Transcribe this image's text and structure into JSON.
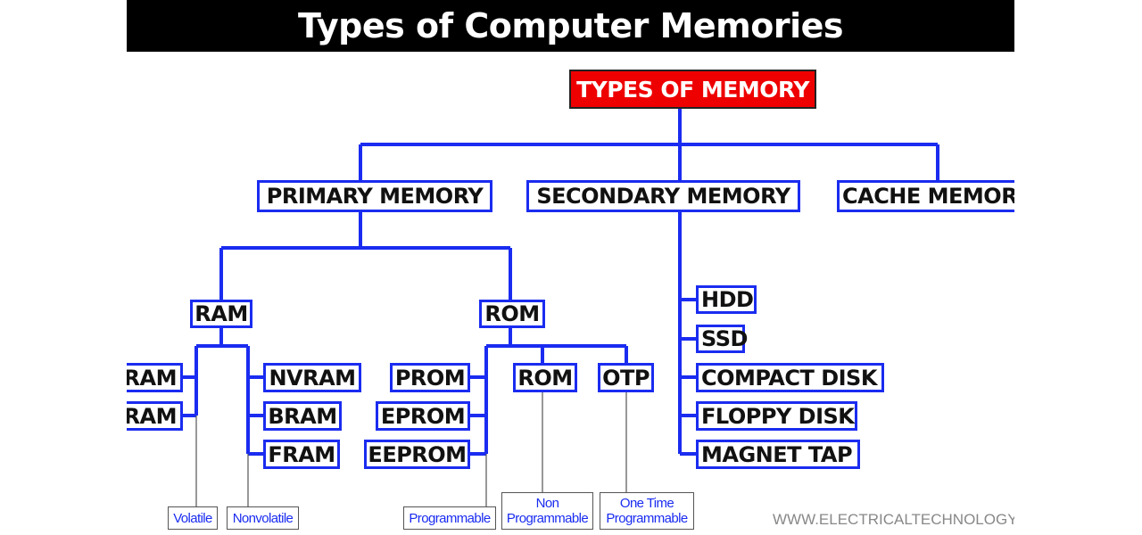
{
  "title": "Types of Computer Memories",
  "root": "TYPES OF MEMORY",
  "level1": {
    "primary": "PRIMARY MEMORY",
    "secondary": "SECONDARY MEMORY",
    "cache": "CACHE MEMORY"
  },
  "primary": {
    "ram": "RAM",
    "rom": "ROM"
  },
  "ram_volatile": [
    "SRAM",
    "DRAM"
  ],
  "ram_nonvolatile": [
    "NVRAM",
    "BRAM",
    "FRAM"
  ],
  "rom_programmable": [
    "PROM",
    "EPROM",
    "EEPROM"
  ],
  "rom_other": {
    "rom": "ROM",
    "otp": "OTP"
  },
  "secondary": [
    "HDD",
    "SSD",
    "COMPACT DISK",
    "FLOPPY DISK",
    "MAGNET TAP"
  ],
  "notes": {
    "volatile": "Volatile",
    "nonvolatile": "Nonvolatile",
    "programmable": "Programmable",
    "non_programmable": "Non Programmable",
    "one_time": "One Time Programmable"
  },
  "watermark": "WWW.ELECTRICALTECHNOLOGY",
  "colors": {
    "line": "#1a2cf0",
    "root": "#e00000",
    "title_bg": "#000000"
  }
}
